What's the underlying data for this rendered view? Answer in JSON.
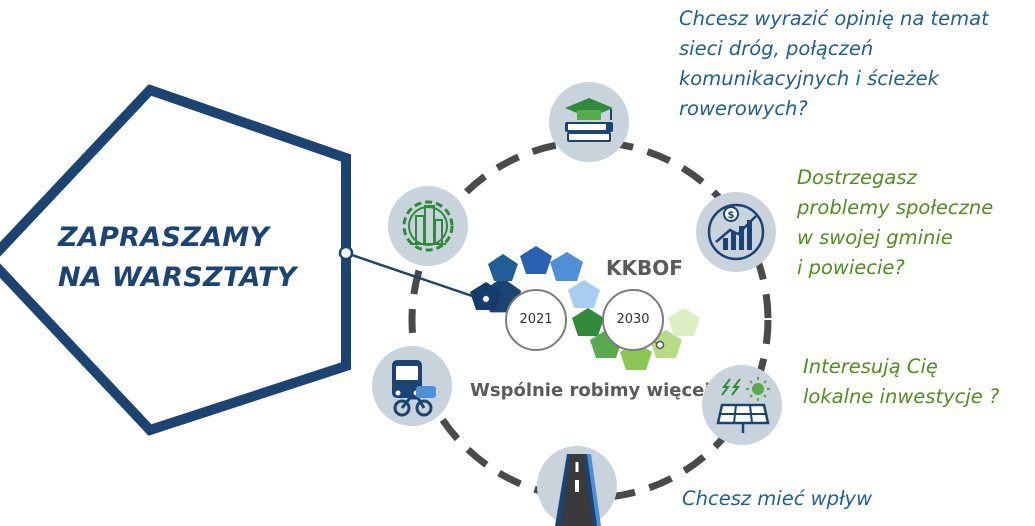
{
  "headline": {
    "line1": "ZAPRASZAMY",
    "line2": "NA WARSZTATY"
  },
  "questions": [
    {
      "id": "roads",
      "lines": [
        "Chcesz wyrazić opinię na temat",
        "sieci dróg, połączeń",
        "komunikacyjnych i ścieżek",
        "rowerowych?"
      ]
    },
    {
      "id": "social",
      "lines": [
        "Dostrzegasz",
        "problemy społeczne",
        "w swojej gminie",
        "i powiecie?"
      ]
    },
    {
      "id": "invest",
      "lines": [
        "Interesują  Cię",
        "lokalne inwestycje ?"
      ]
    },
    {
      "id": "influence",
      "lines": [
        "Chcesz mieć wpływ"
      ]
    }
  ],
  "logo": {
    "name": "KKBOF",
    "year_start": "2021",
    "year_end": "2030",
    "slogan": "Wspólnie robimy więcej"
  },
  "icons": [
    "education-icon",
    "finance-growth-icon",
    "solar-energy-icon",
    "road-icon",
    "transport-icon",
    "industry-gear-icon"
  ],
  "colors": {
    "navy": "#1b4473",
    "question_blue": "#1f5e96",
    "question_green": "#4f8f1c",
    "icon_bg": "#c9d3dc",
    "dash_ring": "#4a4a4a"
  }
}
